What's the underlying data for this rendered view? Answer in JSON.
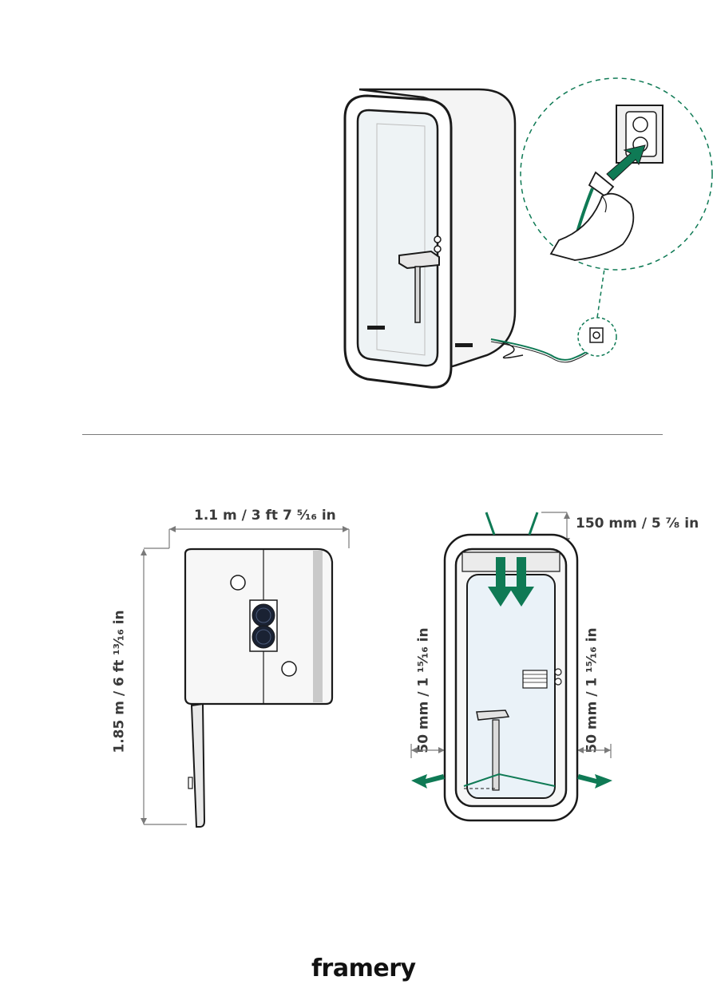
{
  "labels": {
    "width_dim": "1.1 m / 3 ft 7 ⁵⁄₁₆ in",
    "height_dim": "1.85 m / 6 ft ¹³⁄₁₆ in",
    "top_clearance": "150 mm / 5 ⁷⁄₈ in",
    "left_clearance": "50 mm / 1 ¹⁵⁄₁₆ in",
    "right_clearance": "50 mm / 1 ¹⁵⁄₁₆ in"
  },
  "brand": {
    "logo_text": "framery"
  },
  "colors": {
    "accent_green": "#0f7a55",
    "outline": "#1a1a1a",
    "line_gray": "#7a7a7a"
  },
  "icons": [
    "power-plug-icon",
    "wall-socket-icon",
    "fan-icon",
    "airflow-arrow-icon"
  ]
}
